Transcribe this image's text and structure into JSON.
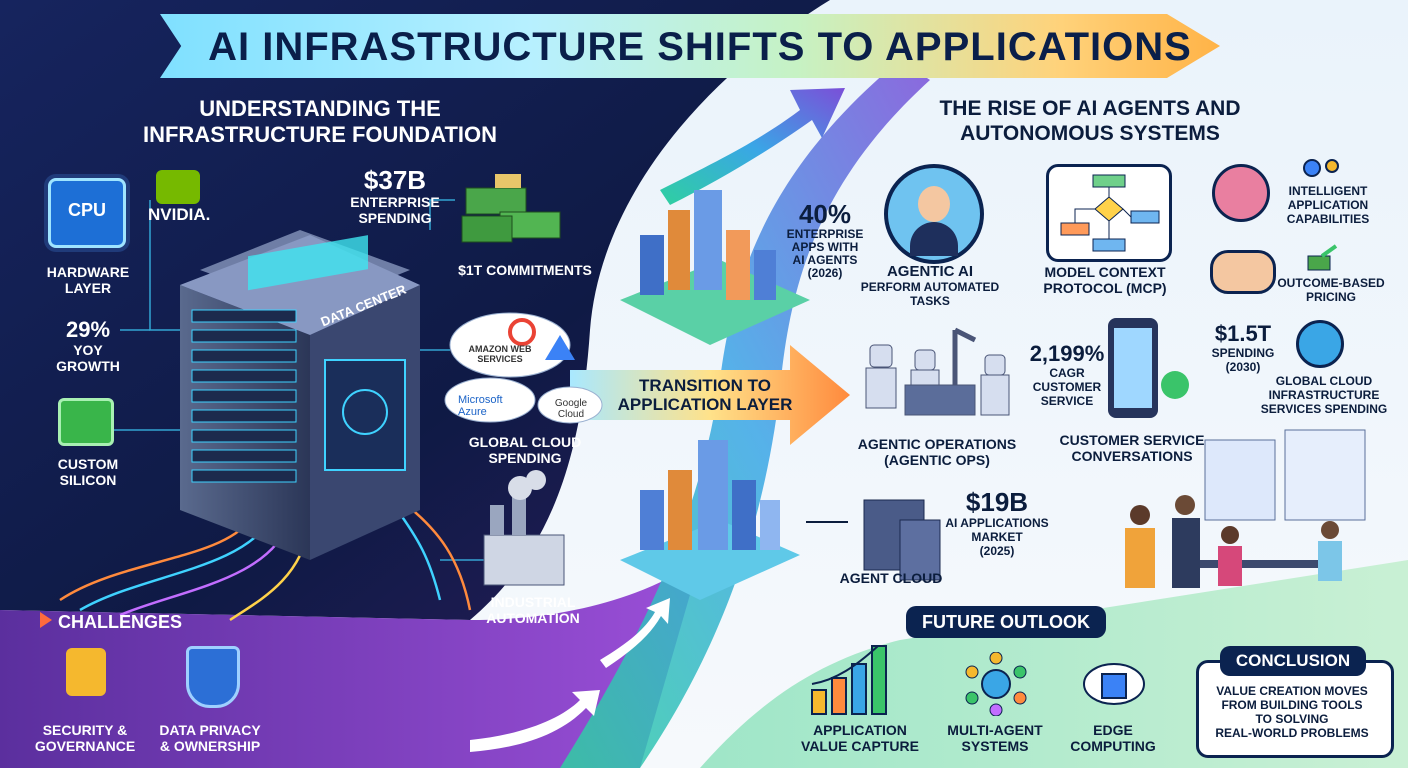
{
  "title": {
    "part1": "AI INFRASTRUCTURE",
    "part2": "SHIFTS TO APPLICATIONS"
  },
  "left": {
    "heading_line1": "UNDERSTANDING THE",
    "heading_line2": "INFRASTRUCTURE FOUNDATION",
    "cpu_chip_label": "CPU",
    "nvidia_label": "NVIDIA.",
    "hardware_layer_line1": "HARDWARE",
    "hardware_layer_line2": "LAYER",
    "yoy_value": "29%",
    "yoy_line1": "YOY",
    "yoy_line2": "GROWTH",
    "custom_silicon_line1": "CUSTOM",
    "custom_silicon_line2": "SILICON",
    "data_center_label": "DATA CENTER",
    "enterprise_value": "$37B",
    "enterprise_line1": "ENTERPRISE",
    "enterprise_line2": "SPENDING",
    "commitments_label": "$1T COMMITMENTS",
    "cloud_logos": {
      "aws": "AMAZON WEB SERVICES",
      "azure": "Microsoft Azure",
      "google": "Google Cloud"
    },
    "global_cloud_line1": "GLOBAL CLOUD",
    "global_cloud_line2": "SPENDING",
    "industrial_line1": "INDUSTRIAL",
    "industrial_line2": "AUTOMATION"
  },
  "challenges": {
    "heading": "CHALLENGES",
    "security_line1": "SECURITY &",
    "security_line2": "GOVERNANCE",
    "privacy_line1": "DATA PRIVACY",
    "privacy_line2": "& OWNERSHIP"
  },
  "middle": {
    "agents_value": "40%",
    "agents_line1": "ENTERPRISE",
    "agents_line2": "APPS WITH",
    "agents_line3": "AI AGENTS",
    "agents_line4": "(2026)",
    "transition_line1": "TRANSITION TO",
    "transition_line2": "APPLICATION LAYER"
  },
  "right": {
    "heading_line1": "THE RISE OF AI AGENTS AND",
    "heading_line2": "AUTONOMOUS SYSTEMS",
    "agentic_ai_line1": "AGENTIC AI",
    "agentic_ai_line2": "PERFORM AUTOMATED",
    "agentic_ai_line3": "TASKS",
    "mcp_line1": "MODEL CONTEXT",
    "mcp_line2": "PROTOCOL (MCP)",
    "intelligent_line1": "INTELLIGENT",
    "intelligent_line2": "APPLICATION",
    "intelligent_line3": "CAPABILITIES",
    "outcome_line1": "OUTCOME-BASED",
    "outcome_line2": "PRICING",
    "cagr_value": "2,199%",
    "cagr_line1": "CAGR",
    "cagr_line2": "CUSTOMER",
    "cagr_line3": "SERVICE",
    "spend_value": "$1.5T",
    "spend_line1": "SPENDING",
    "spend_line2": "(2030)",
    "global_services_line1": "GLOBAL CLOUD",
    "global_services_line2": "INFRASTRUCTURE",
    "global_services_line3": "SERVICES SPENDING",
    "agentic_ops_line1": "AGENTIC OPERATIONS",
    "agentic_ops_line2": "(AGENTIC OPS)",
    "cs_line1": "CUSTOMER SERVICE",
    "cs_line2": "CONVERSATIONS",
    "market_value": "$19B",
    "market_line1": "AI APPLICATIONS",
    "market_line2": "MARKET",
    "market_line3": "(2025)",
    "agent_cloud_label": "AGENT CLOUD"
  },
  "future": {
    "heading": "FUTURE OUTLOOK",
    "item1_line1": "APPLICATION",
    "item1_line2": "VALUE CAPTURE",
    "item2_line1": "MULTI-AGENT",
    "item2_line2": "SYSTEMS",
    "item3_line1": "EDGE",
    "item3_line2": "COMPUTING"
  },
  "conclusion": {
    "heading": "CONCLUSION",
    "line1": "VALUE CREATION MOVES",
    "line2": "FROM BUILDING TOOLS",
    "line3": "TO SOLVING",
    "line4": "REAL-WORLD PROBLEMS"
  },
  "colors": {
    "navy": "#0b1d3d",
    "dark_bg": "#101d4a",
    "accent_cyan": "#3fd2ff",
    "accent_orange": "#ff8a3d",
    "accent_purple": "#7b4fd8"
  }
}
